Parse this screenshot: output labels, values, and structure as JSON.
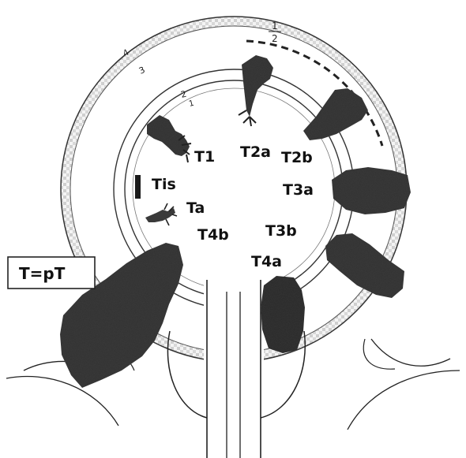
{
  "diagram": {
    "stage_labels": {
      "tis": "Tis",
      "ta": "Ta",
      "t1": "T1",
      "t2a": "T2a",
      "t2b": "T2b",
      "t3a": "T3a",
      "t3b": "T3b",
      "t4a": "T4a",
      "t4b": "T4b"
    },
    "layer_numbers": {
      "l1": "1",
      "l2": "2",
      "l3": "3",
      "l4": "4"
    },
    "half_marker": {
      "numerator": "1",
      "denominator": "2"
    },
    "legend_box_text": "T=pT"
  },
  "colors": {
    "ink": "#222222",
    "tumor": "#3a3a3a",
    "background": "#ffffff"
  }
}
